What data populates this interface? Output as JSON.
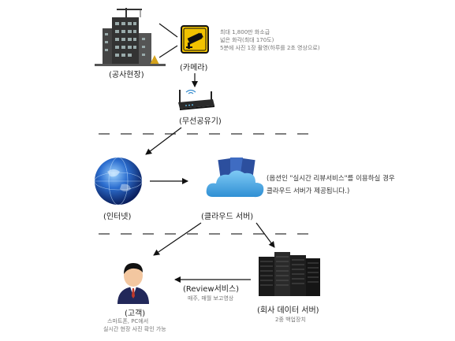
{
  "nodes": {
    "site": {
      "label": "(공사현장)"
    },
    "camera": {
      "label": "(카메라)",
      "specs": [
        "최대 1,800만 화소급",
        "넓은 화각(최대 170도)",
        "5분에 사진 1장 촬영(하루를 2초 영상으로)"
      ]
    },
    "router": {
      "label": "(무선공유기)"
    },
    "internet": {
      "label": "(인터넷)"
    },
    "cloud": {
      "label": "(클라우드 서버)",
      "note": [
        "(옵션인 \"실시간 리뷰서비스\"를 이용하실 경우",
        "클라우드 서버가 제공됩니다.)"
      ]
    },
    "customer": {
      "label": "(고객)",
      "sub": [
        "스마트폰, PC에서",
        "실시간 현장 사진 확인 가능"
      ]
    },
    "datacenter": {
      "label": "(회사 데이터 서버)",
      "sub": "2중 백업장치"
    }
  },
  "review": {
    "label": "(Review서비스)",
    "sub": "매주, 매월 보고영상"
  },
  "colors": {
    "camera_sign": "#f2c300",
    "cloud": "#3a9bd8",
    "globe": "#1b4fb0",
    "person_suit": "#22285a"
  }
}
